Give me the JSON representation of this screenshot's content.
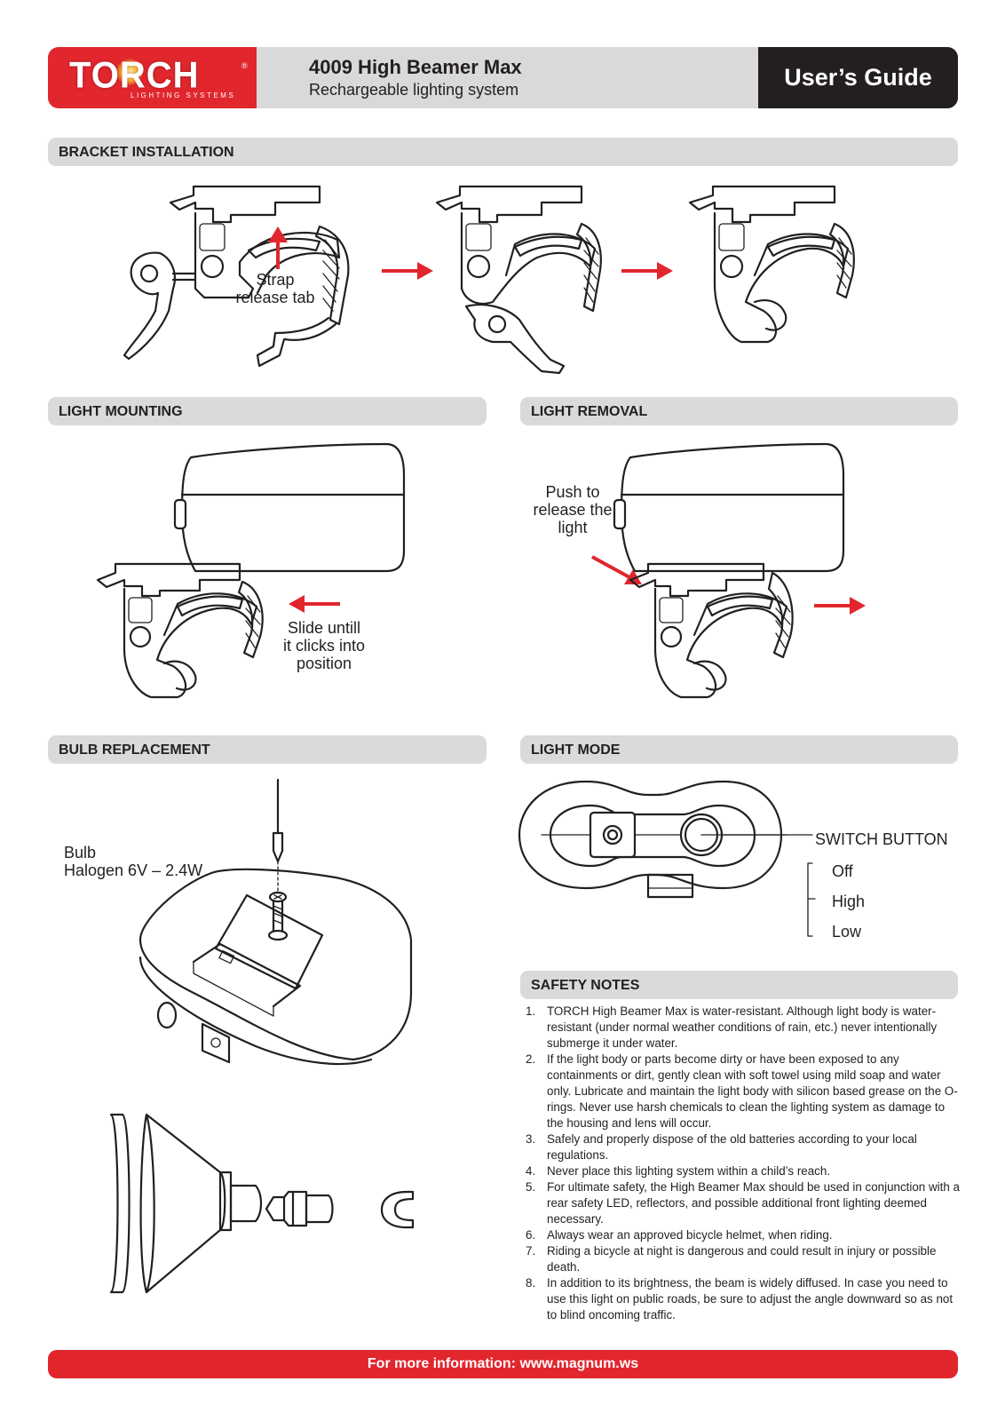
{
  "header": {
    "logo": {
      "word": "TORCH",
      "registered": "®",
      "tagline": "LIGHTING SYSTEMS"
    },
    "product_title": "4009 High Beamer Max",
    "product_subtitle": "Rechargeable lighting system",
    "guide_title": "User’s Guide"
  },
  "sections": {
    "bracket_installation": "BRACKET INSTALLATION",
    "light_mounting": "LIGHT MOUNTING",
    "light_removal": "LIGHT REMOVAL",
    "bulb_replacement": "BULB REPLACEMENT",
    "light_mode": "LIGHT MODE",
    "safety_notes": "SAFETY NOTES"
  },
  "labels": {
    "strap_release_tab": "Strap\nrelease tab",
    "slide_until": "Slide untill\nit clicks into\nposition",
    "push_to_release": "Push to\nrelease the\nlight",
    "bulb": "Bulb\nHalogen 6V – 2.4W"
  },
  "light_mode": {
    "switch_button": "SWITCH BUTTON",
    "modes": [
      "Off",
      "High",
      "Low"
    ]
  },
  "safety_notes": [
    {
      "num": "1.",
      "text": "TORCH High Beamer Max is water-resistant. Although light body is water-resistant (under normal weather conditions of rain, etc.) never intentionally submerge it under water."
    },
    {
      "num": "2.",
      "text": "If the light body or parts become dirty or have been exposed to any containments or dirt, gently clean with soft towel using mild soap and water only. Lubricate and maintain the light body with silicon based grease on the O-rings. Never use harsh chemicals to clean the lighting system as damage to the housing and lens will occur."
    },
    {
      "num": "3.",
      "text": "Safely and properly dispose of the old batteries according to your local regulations."
    },
    {
      "num": "4.",
      "text": "Never place this lighting system within a child’s reach."
    },
    {
      "num": "5.",
      "text": "For ultimate safety, the High Beamer Max should be used in conjunction with a rear safety LED, reflectors, and possible additional front lighting deemed necessary."
    },
    {
      "num": "6.",
      "text": "Always wear an approved bicycle helmet, when riding."
    },
    {
      "num": "7.",
      "text": "Riding a bicycle at night is dangerous and could result in injury or possible death."
    },
    {
      "num": "8.",
      "text": "In addition to its brightness, the beam is widely diffused. In case you need to use this light on public roads, be sure to adjust the angle downward so as not to blind oncoming traffic."
    }
  ],
  "footer": "For more information: www.magnum.ws",
  "colors": {
    "brand_red": "#e1262d",
    "dark": "#231f20",
    "bar_gray": "#dadada"
  }
}
